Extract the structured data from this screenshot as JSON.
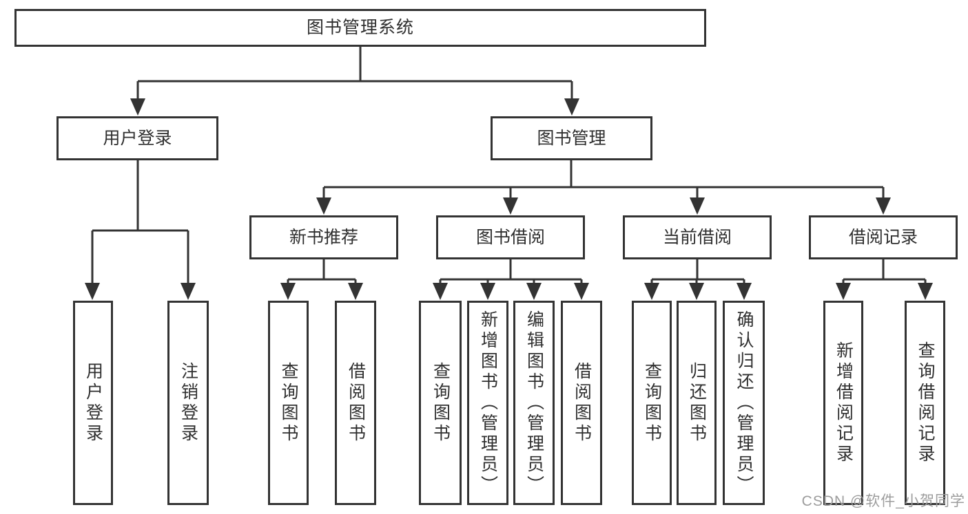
{
  "diagram": {
    "title": "图书管理系统",
    "level2": [
      {
        "label": "用户登录"
      },
      {
        "label": "图书管理"
      }
    ],
    "level3": [
      {
        "label": "新书推荐"
      },
      {
        "label": "图书借阅"
      },
      {
        "label": "当前借阅"
      },
      {
        "label": "借阅记录"
      }
    ],
    "leaves": {
      "user_login": [
        {
          "label": "用户登录"
        },
        {
          "label": "注销登录"
        }
      ],
      "new_book": [
        {
          "label": "查询图书"
        },
        {
          "label": "借阅图书"
        }
      ],
      "book_borrow": [
        {
          "label": "查询图书"
        },
        {
          "label": "新增图书（管理员）"
        },
        {
          "label": "编辑图书（管理员）"
        },
        {
          "label": "借阅图书"
        }
      ],
      "current_borrow": [
        {
          "label": "查询图书"
        },
        {
          "label": "归还图书"
        },
        {
          "label": "确认归还（管理员）"
        }
      ],
      "borrow_record": [
        {
          "label": "新增借阅记录"
        },
        {
          "label": "查询借阅记录"
        }
      ]
    }
  },
  "watermark": "CSDN @软件_小贺同学",
  "colors": {
    "line": "#333333",
    "text": "#2f2f2f",
    "watermark": "#9c9c9c"
  }
}
